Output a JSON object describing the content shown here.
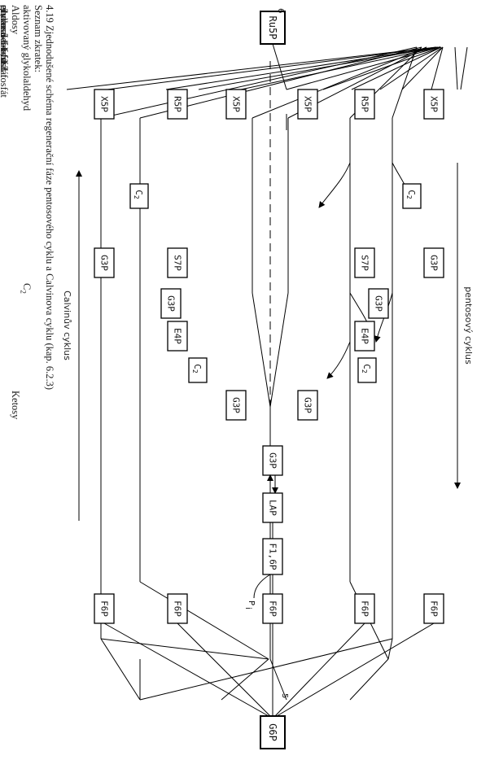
{
  "nodes": {
    "ru5p": "Ru5P",
    "g6p": "G6P",
    "x5p": "X5P",
    "r5p": "R5P",
    "s7p": "S7P",
    "g3p": "G3P",
    "e4p": "E4P",
    "f6p": "F6P",
    "c2": "C",
    "c2_sub": "2",
    "lap": "LAP",
    "f16p": "F1,6P",
    "pi": "P",
    "pi_sub": "i"
  },
  "numbers": {
    "left": "6",
    "right": "5"
  },
  "cycle_labels": {
    "top": "pentosový cyklus",
    "bottom": "Calvinův cyklus"
  },
  "caption": {
    "line1": "4.19 Zjednodušené schéma regenerační fáze pentosového cyklu a Calvinova cyklu (kap. 6.2.3)",
    "line2": "Seznam zkratek:"
  },
  "abbr": {
    "c2_text": "aktivovaný glykolaldehyd",
    "c2_code": "C",
    "c2_sub": "2",
    "aldoses_heading": "Aldosy",
    "ketoses_heading": "Ketosy",
    "aldoses": [
      {
        "name": "glyceraldehyd-3-fosfát",
        "code": "G3P"
      },
      {
        "name": "erythrosa-4-fosfát",
        "code": "E4P"
      },
      {
        "name": "ribosa-5-fosfát",
        "code": "R5P"
      },
      {
        "name": "glukosa-6-fosfát",
        "code": "G6P"
      }
    ],
    "ketoses": [
      {
        "name": "dihydroxyacetonfosfát",
        "code": "DAP"
      },
      {
        "name": "ribulosa-5-fosfát",
        "code": "Ru5P"
      },
      {
        "name": "xylulosa-5-fosfát",
        "code": "X5P"
      },
      {
        "name": "fruktosa-6-fosfát",
        "code": "F6P"
      },
      {
        "name": "fruktosa-1,6-bisfosfát",
        "code": "F1, 6P"
      },
      {
        "name": "sedoheptulosa-7-fosfát",
        "code": "S7P"
      }
    ]
  }
}
